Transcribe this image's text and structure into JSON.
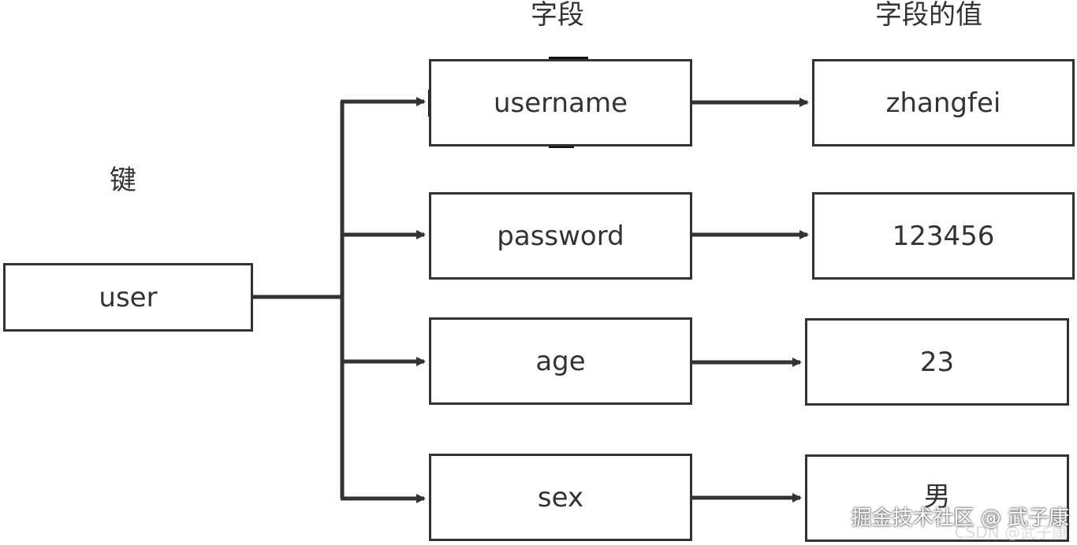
{
  "headings": {
    "key": "键",
    "field": "字段",
    "value": "字段的值"
  },
  "key_node": {
    "label": "user"
  },
  "fields": [
    {
      "field": "username",
      "value": "zhangfei"
    },
    {
      "field": "password",
      "value": "123456"
    },
    {
      "field": "age",
      "value": "23"
    },
    {
      "field": "sex",
      "value": "男"
    }
  ],
  "watermark": {
    "text": "掘金技术社区 @ 武子康",
    "subtext": "CSDN @武子康"
  },
  "colors": {
    "stroke": "#333333",
    "text": "#333333",
    "background": "#ffffff"
  }
}
